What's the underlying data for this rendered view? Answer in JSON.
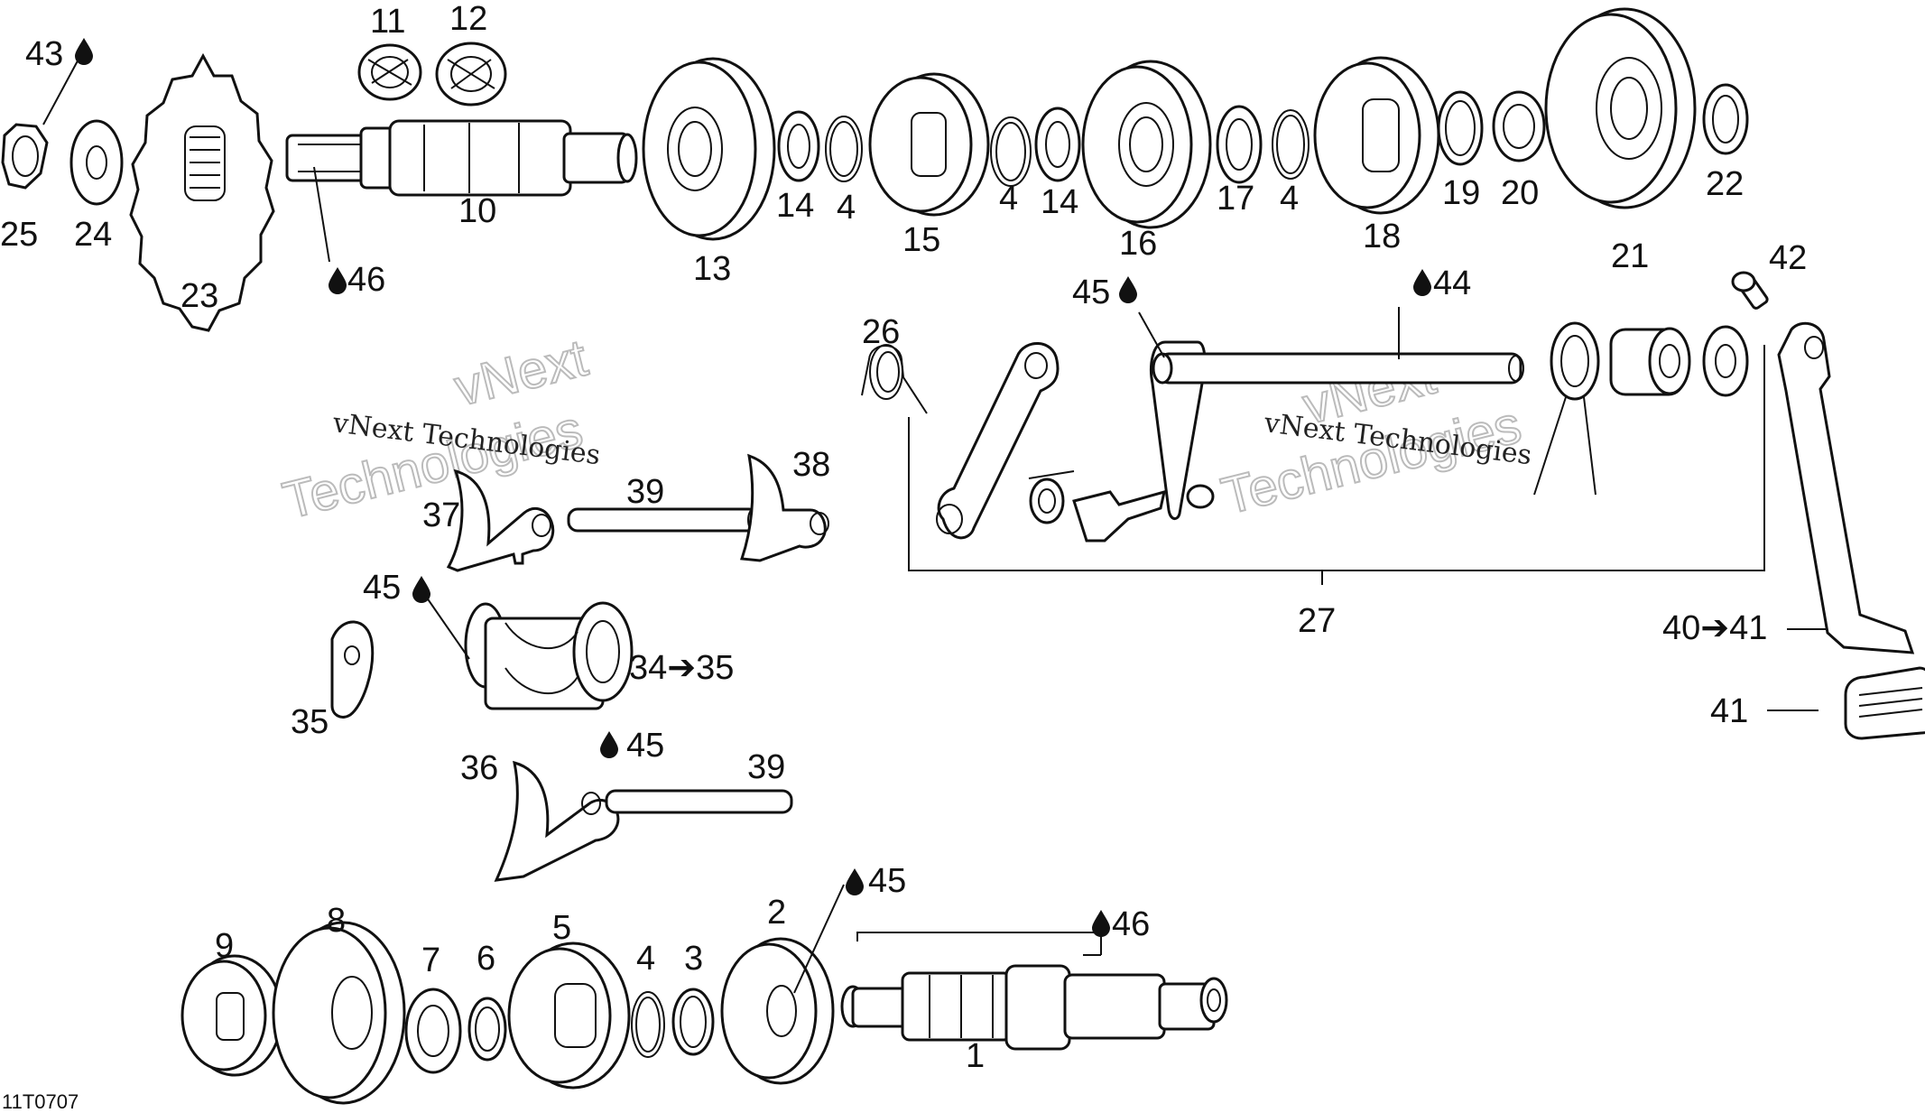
{
  "diagram": {
    "catalog_code": "11T0707",
    "watermark": {
      "company": "vNext Technologies",
      "line1": "vNext",
      "line2": "Technologies"
    },
    "labels": {
      "l1": "1",
      "l2": "2",
      "l3": "3",
      "l4a": "4",
      "l4b": "4",
      "l4c": "4",
      "l4d": "4",
      "l5": "5",
      "l6": "6",
      "l7": "7",
      "l8": "8",
      "l9": "9",
      "l10": "10",
      "l11": "11",
      "l12": "12",
      "l13": "13",
      "l14a": "14",
      "l14b": "14",
      "l15": "15",
      "l16": "16",
      "l17": "17",
      "l18": "18",
      "l19": "19",
      "l20": "20",
      "l21": "21",
      "l22": "22",
      "l23": "23",
      "l24": "24",
      "l25": "25",
      "l26": "26",
      "l27": "27",
      "l35": "35",
      "l36": "36",
      "l37": "37",
      "l38": "38",
      "l39a": "39",
      "l39b": "39",
      "l41": "41",
      "l42": "42",
      "l43": "43",
      "l44": "44",
      "l45a": "45",
      "l45b": "45",
      "l45c": "45",
      "l45d": "45",
      "l46a": "46",
      "l46b": "46",
      "l34_35": "34➔35",
      "l40_41": "40➔41"
    }
  }
}
